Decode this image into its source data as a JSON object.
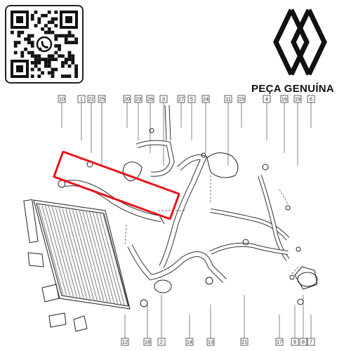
{
  "brand": {
    "text": "PEÇA GENUÍNA",
    "logo_icon": "renault-diamond-logo",
    "qr_icon": "whatsapp-qr-code"
  },
  "colors": {
    "highlight": "#e8141b",
    "line": "#222222"
  },
  "callouts": {
    "top": [
      "10",
      "1",
      "22",
      "25",
      "20",
      "23",
      "26",
      "3",
      "27",
      "5",
      "24",
      "11",
      "15",
      "4",
      "16",
      "19",
      "6"
    ],
    "bottom": [
      "12",
      "18",
      "2",
      "14",
      "13",
      "21",
      "17",
      "9",
      "8",
      "7"
    ]
  },
  "highlighted_part": "22"
}
